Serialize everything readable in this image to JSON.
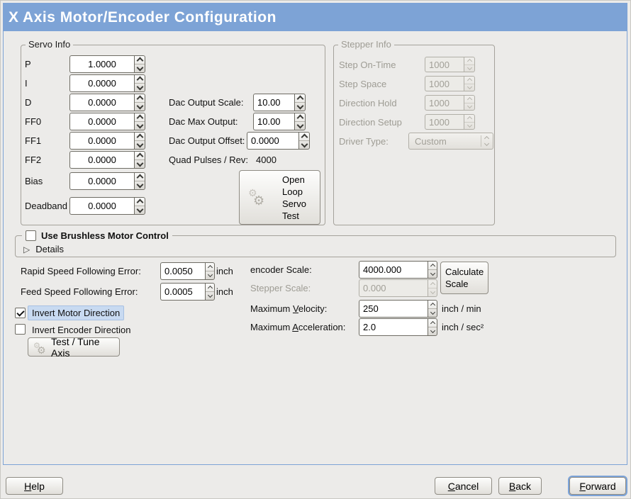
{
  "title": "X Axis Motor/Encoder Configuration",
  "colors": {
    "titlebar": "#7da3d6",
    "panel_border": "#7da3d6",
    "window_bg": "#ecebe9",
    "focus_ring": "#7ba3d9",
    "highlight_bg": "#c8daf1"
  },
  "icons": {
    "gear": "⚙",
    "expander": "▷"
  },
  "servo_info": {
    "legend": "Servo Info",
    "rows": [
      {
        "label": "P",
        "value": "1.0000"
      },
      {
        "label": "I",
        "value": "0.0000"
      },
      {
        "label": "D",
        "value": "0.0000"
      },
      {
        "label": "FF0",
        "value": "0.0000"
      },
      {
        "label": "FF1",
        "value": "0.0000"
      },
      {
        "label": "FF2",
        "value": "0.0000"
      },
      {
        "label": "Bias",
        "value": "0.0000"
      },
      {
        "label": "Deadband",
        "value": "0.0000"
      }
    ]
  },
  "dac": {
    "rows": [
      {
        "label": "Dac Output Scale:",
        "value": "10.00"
      },
      {
        "label": "Dac Max Output:",
        "value": "10.00"
      },
      {
        "label": "Dac Output Offset:",
        "value": "0.0000"
      }
    ],
    "quad_label": "Quad Pulses / Rev:",
    "quad_value": "4000"
  },
  "open_loop_button_label": "Open\nLoop\nServo\nTest",
  "stepper_info": {
    "legend": "Stepper Info",
    "rows": [
      {
        "label": "Step On-Time",
        "value": "1000"
      },
      {
        "label": "Step Space",
        "value": "1000"
      },
      {
        "label": "Direction Hold",
        "value": "1000"
      },
      {
        "label": "Direction Setup",
        "value": "1000"
      }
    ],
    "driver_type_label": "Driver Type:",
    "driver_type_value": "Custom"
  },
  "brushless": {
    "checkbox_label": "Use Brushless Motor Control",
    "details_label": "Details"
  },
  "following_error": {
    "rapid_label": "Rapid Speed Following Error:",
    "rapid_value": "0.0050",
    "rapid_unit": "inch",
    "feed_label": "Feed Speed Following Error:",
    "feed_value": "0.0005",
    "feed_unit": "inch"
  },
  "direction": {
    "invert_motor_label": "Invert Motor Direction",
    "invert_encoder_label": "Invert Encoder Direction"
  },
  "test_tune_button_label": "Test / Tune Axis",
  "scales": {
    "encoder_label": "encoder Scale:",
    "encoder_value": "4000.000",
    "stepper_label": "Stepper Scale:",
    "stepper_value": "0.000",
    "calculate_button_label": "Calculate\nScale",
    "velocity_label": {
      "pre": "Maximum ",
      "mn": "V",
      "post": "elocity:"
    },
    "velocity_value": "250",
    "velocity_unit": "inch / min",
    "accel_label": {
      "pre": "Maximum ",
      "mn": "A",
      "post": "cceleration:"
    },
    "accel_value": "2.0",
    "accel_unit": "inch / sec²"
  },
  "footer": {
    "help": {
      "mn": "H",
      "post": "elp"
    },
    "cancel": {
      "mn": "C",
      "post": "ancel"
    },
    "back": {
      "mn": "B",
      "post": "ack"
    },
    "forward": {
      "mn": "F",
      "post": "orward"
    }
  }
}
